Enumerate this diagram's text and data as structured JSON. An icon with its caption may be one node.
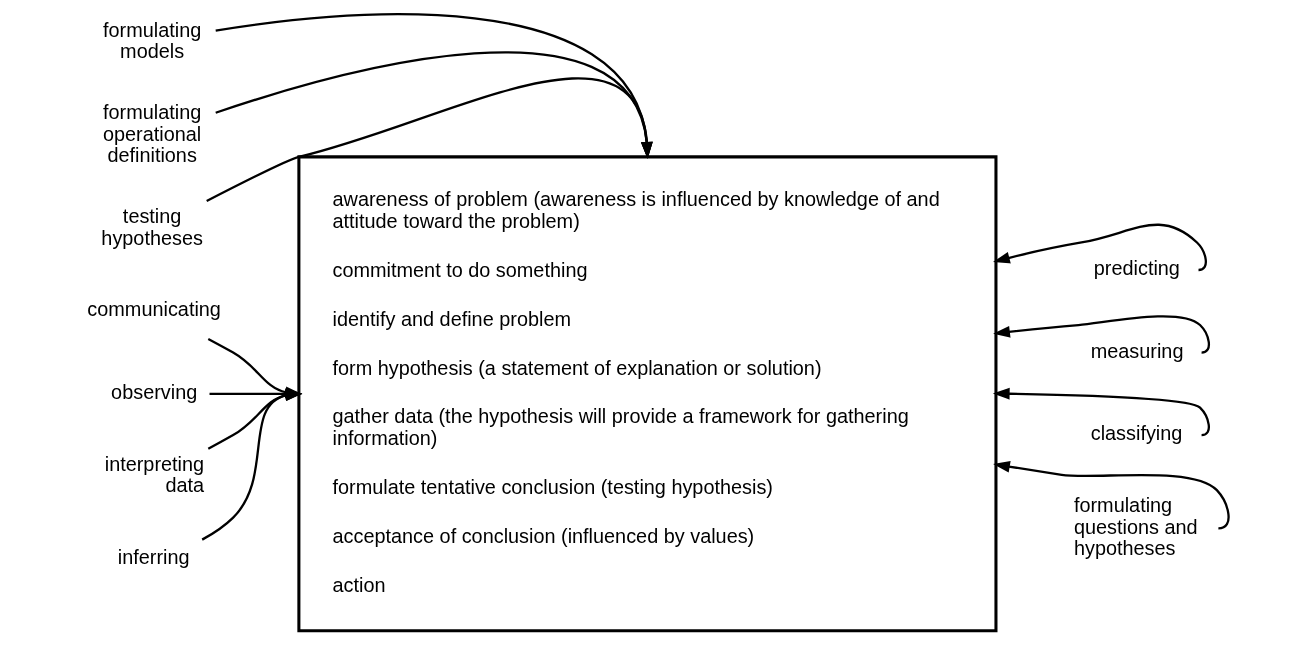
{
  "diagram": {
    "nodes": [
      {
        "text": [
          "awareness of problem (awareness is influenced by knowledge of and attitude toward the problem)",
          "commitment to do something",
          "identify and define problem",
          "form hypothesis (a statement of explanation or solution)",
          "gather data (the hypothesis will provide a framework for gathering information)",
          "formulate tentative conclusion (testing hypothesis)",
          "acceptance of conclusion (influenced by values)",
          "action"
        ]
      },
      {
        "text": [
          "formulating models"
        ]
      },
      {
        "text": [
          "formulating operational definitions"
        ]
      },
      {
        "text": [
          "testing hypotheses"
        ]
      },
      {
        "text": [
          "communicating"
        ]
      },
      {
        "text": [
          "observing"
        ]
      },
      {
        "text": [
          "interpreting data"
        ]
      },
      {
        "text": [
          "inferring"
        ]
      },
      {
        "text": [
          "predicting"
        ]
      },
      {
        "text": [
          "measuring"
        ]
      },
      {
        "text": [
          "classifying"
        ]
      },
      {
        "text": [
          "formulating questions and hypotheses"
        ]
      }
    ],
    "edges": [
      {
        "from": 1,
        "to": 0,
        "arrow": "to"
      },
      {
        "from": 2,
        "to": 0,
        "arrow": "to"
      },
      {
        "from": 3,
        "to": 0,
        "arrow": "to"
      },
      {
        "from": 4,
        "to": 0,
        "arrow": "to"
      },
      {
        "from": 5,
        "to": 0,
        "arrow": "to"
      },
      {
        "from": 6,
        "to": 0,
        "arrow": "to"
      },
      {
        "from": 7,
        "to": 0,
        "arrow": "to"
      },
      {
        "from": 8,
        "to": 0,
        "arrow": "to"
      },
      {
        "from": 9,
        "to": 0,
        "arrow": "to"
      },
      {
        "from": 10,
        "to": 0,
        "arrow": "to"
      },
      {
        "from": 11,
        "to": 0,
        "arrow": "to"
      }
    ]
  }
}
